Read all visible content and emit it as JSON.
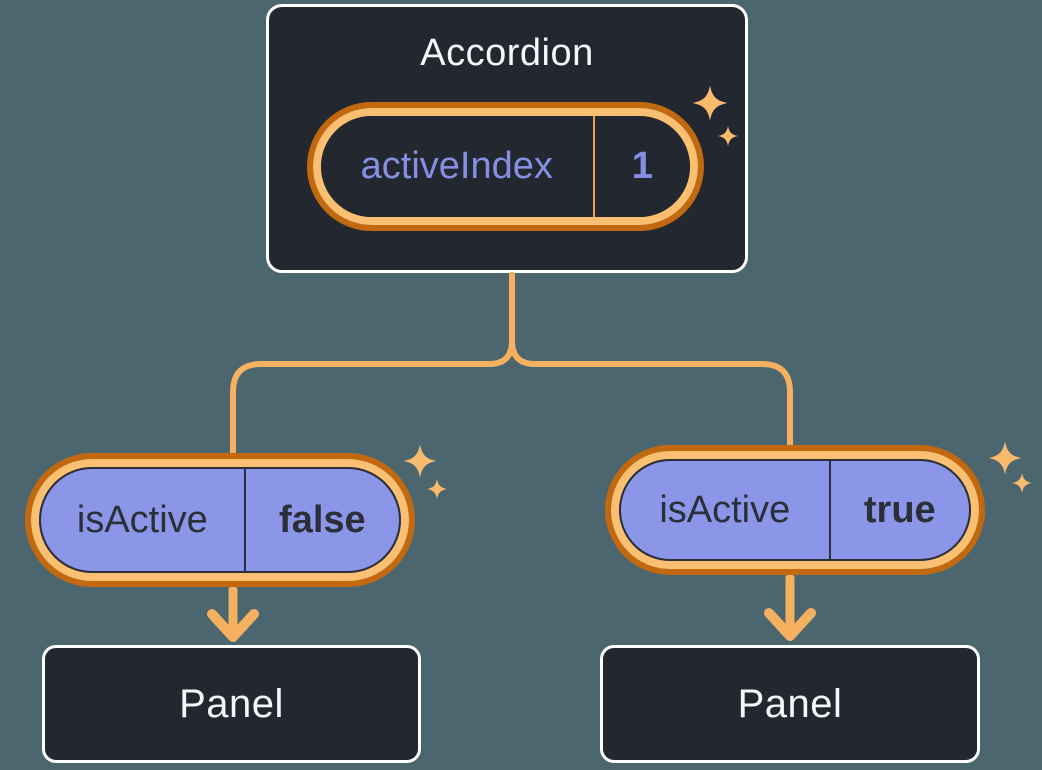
{
  "colors": {
    "background": "#4c666f",
    "node_fill": "#23272f",
    "node_border": "#ffffff",
    "node_text": "#f6f7f9",
    "state_pill_purple": "#8b96e8",
    "state_text_dark": "#2a2f38",
    "state_text_purple": "#8590e4",
    "ring_inner_orange": "#fbbf72",
    "ring_outer_orange": "#c2690f",
    "connector_orange": "#f5b160",
    "sparkle_orange": "#f8bb6d"
  },
  "accordion": {
    "title": "Accordion",
    "state": {
      "label": "activeIndex",
      "value": "1"
    }
  },
  "children": [
    {
      "state": {
        "label": "isActive",
        "value": "false"
      },
      "panel_label": "Panel"
    },
    {
      "state": {
        "label": "isActive",
        "value": "true"
      },
      "panel_label": "Panel"
    }
  ]
}
